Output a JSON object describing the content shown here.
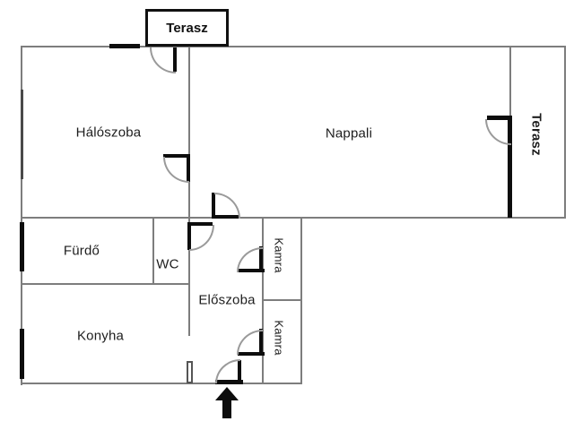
{
  "rooms": {
    "terasz_top": {
      "label": "Terasz"
    },
    "haloszoba": {
      "label": "Hálószoba"
    },
    "nappali": {
      "label": "Nappali"
    },
    "terasz_right": {
      "label": "Terasz"
    },
    "furdo": {
      "label": "Fürdő"
    },
    "wc": {
      "label": "WC"
    },
    "eloszoba": {
      "label": "Előszoba"
    },
    "konyha": {
      "label": "Konyha"
    },
    "kamra_upper": {
      "label": "Kamra"
    },
    "kamra_lower": {
      "label": "Kamra"
    }
  },
  "icons": {
    "entrance": "entrance-arrow-icon"
  },
  "colors": {
    "background": "#ffffff",
    "wall_thin": "#7d7d7d",
    "wall_thick": "#0d0d0d",
    "door_arc": "#9a9a9a",
    "text": "#1d1d1d"
  }
}
